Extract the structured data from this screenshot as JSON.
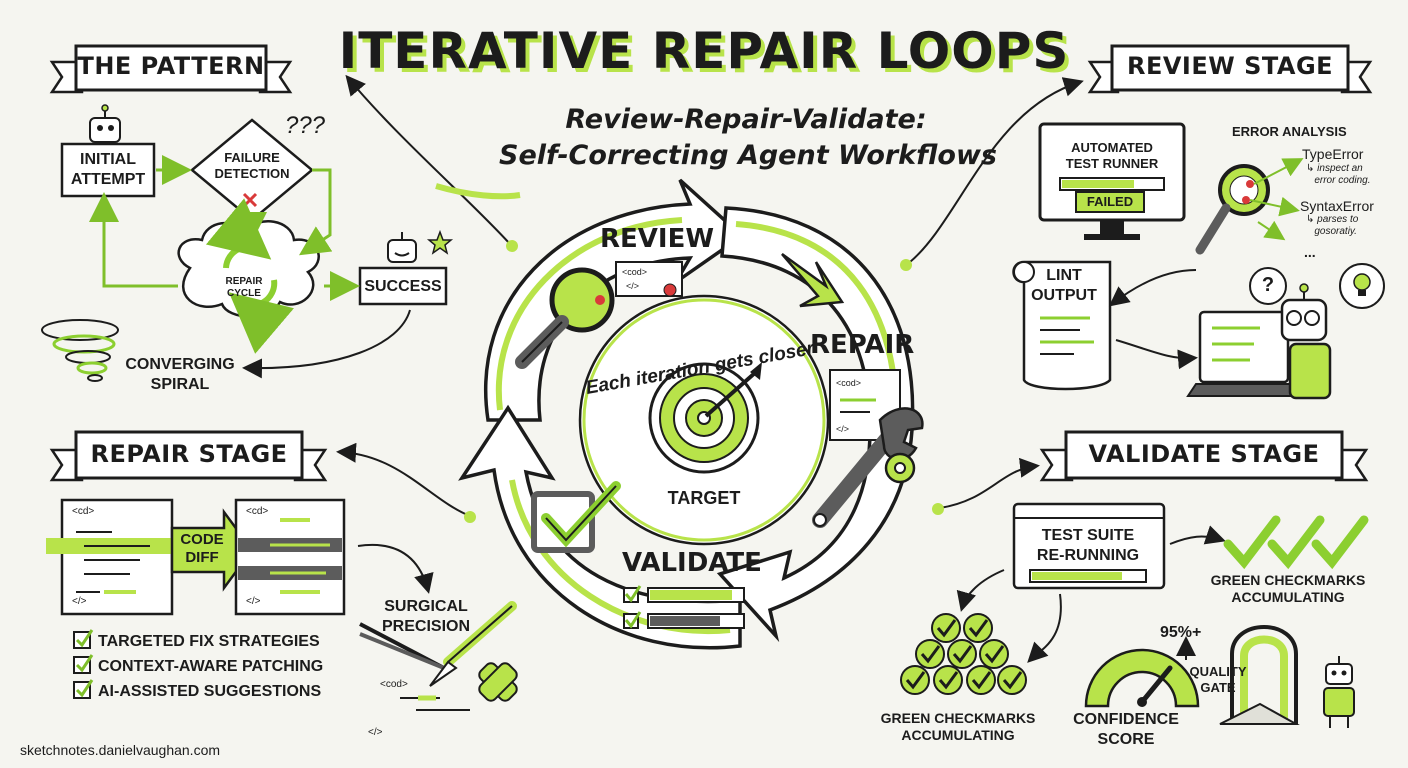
{
  "title": "ITERATIVE REPAIR LOOPS",
  "subtitle": {
    "line1": "Review-Repair-Validate:",
    "line2": "Self-Correcting Agent Workflows"
  },
  "pattern": {
    "banner": "THE PATTERN",
    "initial_attempt": "INITIAL\nATTEMPT",
    "failure_detection": "FAILURE\nDETECTION",
    "question_marks": "???",
    "repair_cycle": "REPAIR\nCYCLE",
    "success": "SUCCESS",
    "converging_spiral": "CONVERGING\nSPIRAL"
  },
  "cycle": {
    "review": "REVIEW",
    "repair": "REPAIR",
    "validate": "VALIDATE",
    "target": "TARGET",
    "ring_text": "Each iteration gets closer",
    "code_tag": "<cod>",
    "code_close": "</>"
  },
  "review_stage": {
    "banner": "REVIEW STAGE",
    "test_runner": "AUTOMATED\nTEST RUNNER",
    "failed": "FAILED",
    "error_analysis": "ERROR ANALYSIS",
    "type_error": "TypeError",
    "type_error_note": "↳ inspect an\n   error coding.",
    "syntax_error": "SyntaxError",
    "syntax_error_note": "↳ parses to\n   gosoratiy.",
    "ellipsis": "...",
    "lint_output": "LINT\nOUTPUT",
    "question": "?"
  },
  "repair_stage": {
    "banner": "REPAIR STAGE",
    "code_diff": "CODE\nDIFF",
    "code_tag": "<cd>",
    "code_close": "</>",
    "surgical_precision": "SURGICAL\nPRECISION",
    "list": [
      "TARGETED FIX STRATEGIES",
      "CONTEXT-AWARE PATCHING",
      "AI-ASSISTED SUGGESTIONS"
    ]
  },
  "validate_stage": {
    "banner": "VALIDATE STAGE",
    "test_suite": "TEST SUITE\nRE-RUNNING",
    "green_checks_1": "GREEN CHECKMARKS\nACCUMULATING",
    "green_checks_2": "GREEN CHECKMARKS\nACCUMULATING",
    "confidence_score": "CONFIDENCE\nSCORE",
    "quality_gate": "QUALITY\nGATE",
    "percent": "95%+"
  },
  "footer": "sketchnotes.danielvaughan.com",
  "colors": {
    "accent": "#b8e34a",
    "ink": "#1c1c1c",
    "background": "#f5f5f0",
    "error": "#d93a3a",
    "dark_fill": "#5c5c5c"
  }
}
